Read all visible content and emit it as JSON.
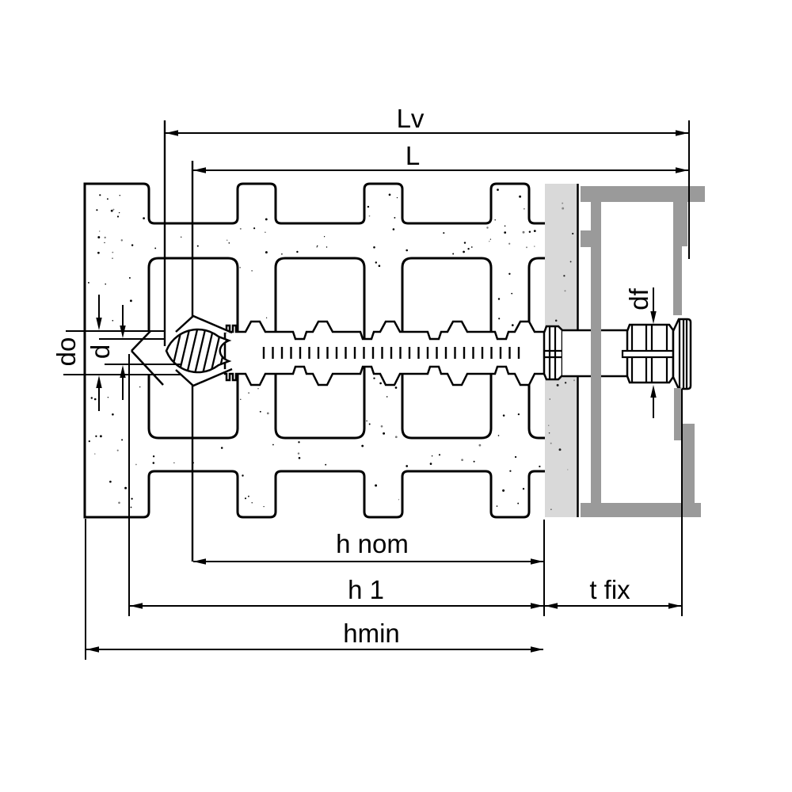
{
  "diagram": {
    "title": "frame-fixing anchor installation cross-section",
    "labels": {
      "anchor_length_with_screw": "Lv",
      "anchor_length": "L",
      "nominal_embedment": "h nom",
      "hole_depth": "h 1",
      "min_member_thickness": "hmin",
      "fixture_thickness": "t fix",
      "drill_hole_diameter": "do",
      "screw_diameter": "d",
      "sleeve_diameter": "df"
    },
    "colors": {
      "line": "#000000",
      "frame_gray": "#9a9a9a",
      "plaster_gray": "#d9d9d9",
      "background": "#ffffff"
    }
  }
}
